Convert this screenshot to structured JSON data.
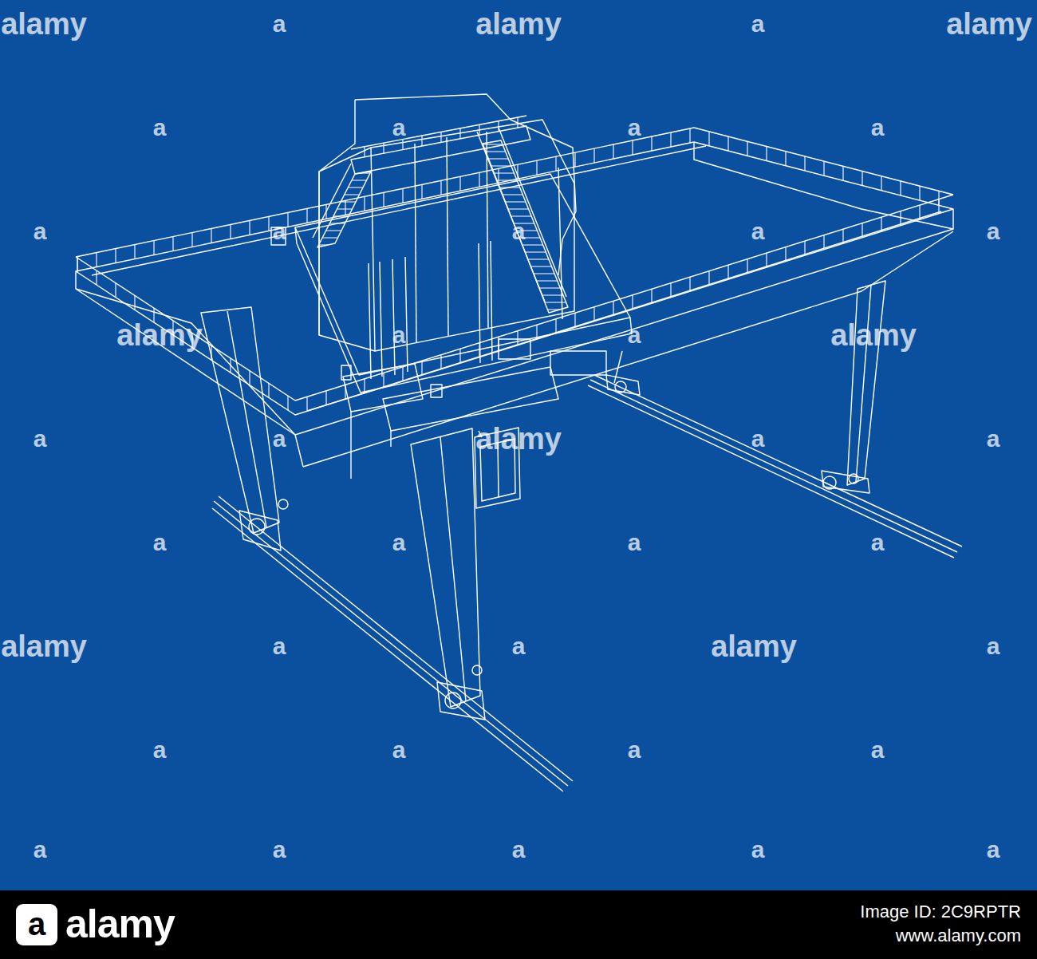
{
  "diagram": {
    "labels": [
      "alamy",
      "a",
      "alamy",
      "a",
      "alamy",
      "a",
      "a",
      "a",
      "a",
      "a",
      "a",
      "a",
      "a",
      "a",
      "alamy",
      "a",
      "a",
      "alamy",
      "a",
      "a",
      "alamy",
      "a",
      "a",
      "a",
      "a",
      "a",
      "a",
      "alamy",
      "a",
      "a",
      "alamy",
      "a",
      "a",
      "a",
      "a",
      "a",
      "a",
      "a",
      "a",
      "a",
      "a",
      "a",
      "alamy",
      "Image ID: 2C9RPTR",
      "www.alamy.com"
    ]
  }
}
